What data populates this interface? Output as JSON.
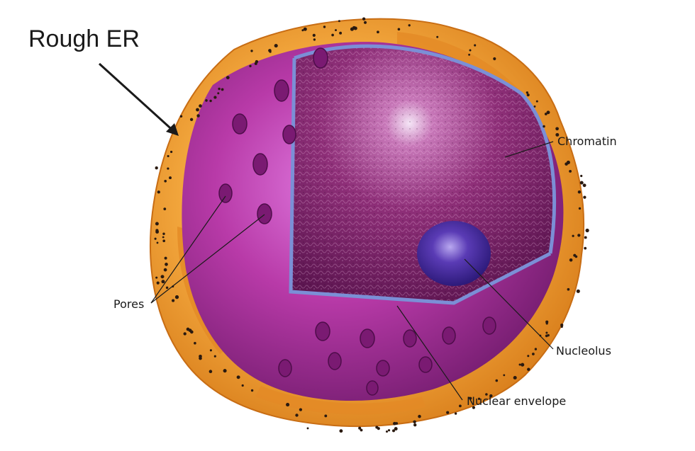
{
  "labels": {
    "rough_er": "Rough ER",
    "chromatin": "Chromatin",
    "pores": "Pores",
    "nucleolus": "Nucleolus",
    "nuclear_envelope": "Nuclear envelope"
  },
  "colors": {
    "er_orange": "#f3a43a",
    "er_light": "#f9c86a",
    "nucleus_magenta": "#b0309c",
    "nucleus_light": "#d55ad0",
    "chromatin_base": "#7a1f5e",
    "envelope_blue": "#7b8fd6",
    "nucleolus_blue": "#4a2fa0",
    "ribosome": "#2a1a10"
  }
}
